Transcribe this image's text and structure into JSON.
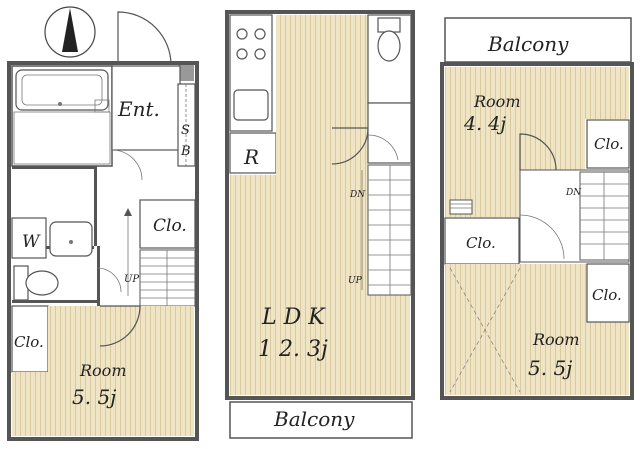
{
  "colors": {
    "wall": "#555555",
    "floor_wood": "#efe4c4",
    "floor_stripe": "#d9c9a0",
    "wet_area": "#ffffff"
  },
  "compass": {
    "icon": "north-arrow-icon"
  },
  "floor1": {
    "entrance": "Ent.",
    "shoe_box_s": "S",
    "shoe_box_b": "B",
    "closet_top": "Clo.",
    "closet_left": "Clo.",
    "washer": "W",
    "stairs_up": "UP",
    "room_name": "Room",
    "room_size": "5. 5j"
  },
  "floor2": {
    "refrigerator": "R",
    "stairs_dn": "DN",
    "stairs_up": "UP",
    "ldk_name": "L  D  K",
    "ldk_size": "1 2. 3j",
    "balcony": "Balcony"
  },
  "floor3": {
    "balcony": "Balcony",
    "room_top_name": "Room",
    "room_top_size": "4. 4j",
    "closet_right_top": "Clo.",
    "closet_middle": "Clo.",
    "closet_right_bottom": "Clo.",
    "stairs_dn": "DN",
    "room_bottom_name": "Room",
    "room_bottom_size": "5. 5j"
  }
}
